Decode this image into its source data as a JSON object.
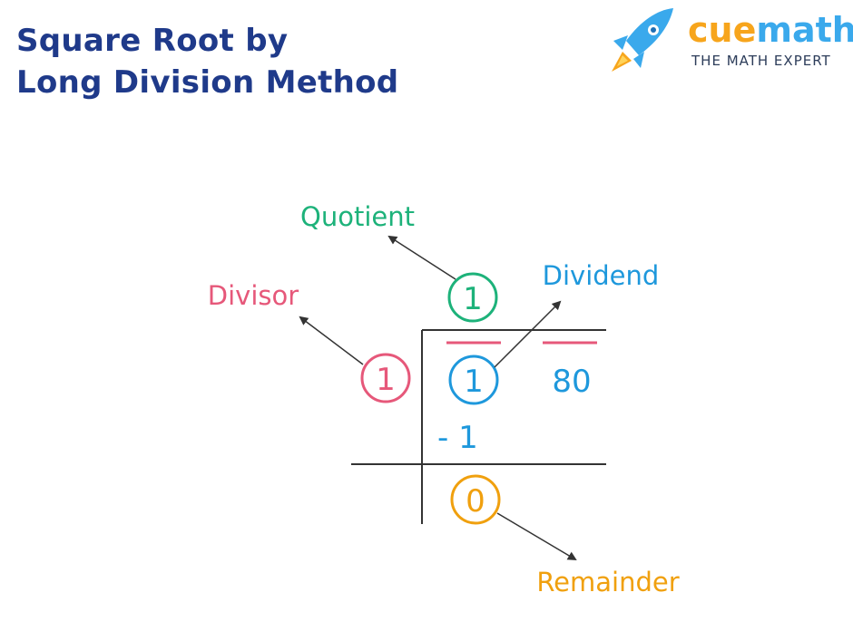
{
  "title": {
    "line1": "Square Root by",
    "line2": "Long Division Method"
  },
  "logo": {
    "word_part1": "cue",
    "word_part2": "math",
    "tagline": "THE MATH EXPERT",
    "icon": "rocket-icon"
  },
  "diagram": {
    "quotient": "1",
    "divisor": "1",
    "dividend_pair_1": "1",
    "dividend_pair_2": "80",
    "subtraction": "- 1",
    "remainder": "0",
    "labels": {
      "quotient": "Quotient",
      "divisor": "Divisor",
      "dividend": "Dividend",
      "remainder": "Remainder"
    }
  },
  "colors": {
    "title": "#1f3a8a",
    "quotient": "#1db27a",
    "divisor": "#e6587a",
    "dividend": "#1e98dc",
    "remainder": "#f0a00e",
    "pair_bar": "#e6587a",
    "lines": "#333333"
  }
}
